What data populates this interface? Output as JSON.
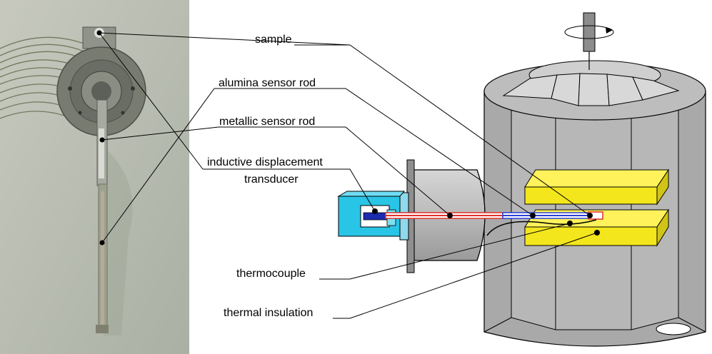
{
  "labels": {
    "sample": "sample",
    "alumina_sensor_rod": "alumina sensor rod",
    "metallic_sensor_rod": "metallic sensor rod",
    "inductive_line1": "inductive displacement",
    "inductive_line2": "transducer",
    "thermocouple": "thermocouple",
    "thermal_insulation": "thermal insulation"
  },
  "colors": {
    "heater_yellow": "#f4e61c",
    "transducer_cyan": "#29c5e6",
    "chamber_gray": "#a6a6a6",
    "sample_rod_red": "#e0302a",
    "sample_rod_blue": "#2a3fd6"
  }
}
